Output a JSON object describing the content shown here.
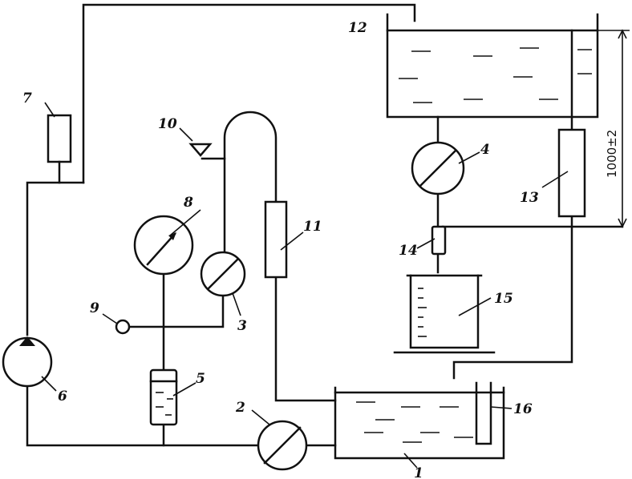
{
  "labels": {
    "n1": "1",
    "n2": "2",
    "n3": "3",
    "n4": "4",
    "n5": "5",
    "n6": "6",
    "n7": "7",
    "n8": "8",
    "n9": "9",
    "n10": "10",
    "n11": "11",
    "n12": "12",
    "n13": "13",
    "n14": "14",
    "n15": "15",
    "n16": "16"
  },
  "dimension": "1000±2",
  "colors": {
    "line": "#111111",
    "background": "#ffffff"
  }
}
